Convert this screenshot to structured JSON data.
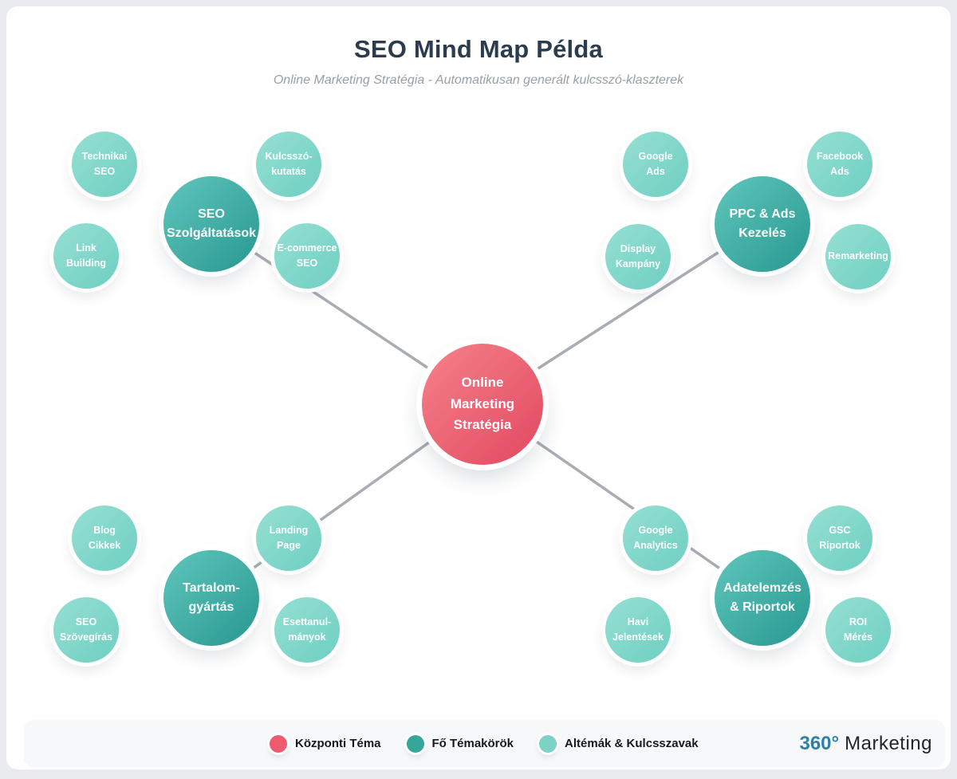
{
  "header": {
    "title": "SEO Mind Map Példa",
    "subtitle": "Online Marketing Stratégia - Automatikusan generált kulcsszó-klaszterek"
  },
  "center_node": {
    "label": "Online\nMarketing\nStratégia"
  },
  "clusters": [
    {
      "label": "SEO\nSzolgáltatások",
      "subs": [
        {
          "label": "Technikai\nSEO"
        },
        {
          "label": "Kulcsszó-\nkutatás"
        },
        {
          "label": "Link\nBuilding"
        },
        {
          "label": "E-commerce\nSEO"
        }
      ]
    },
    {
      "label": "PPC & Ads\nKezelés",
      "subs": [
        {
          "label": "Google\nAds"
        },
        {
          "label": "Facebook\nAds"
        },
        {
          "label": "Display\nKampány"
        },
        {
          "label": "Remarketing"
        }
      ]
    },
    {
      "label": "Tartalom-\ngyártás",
      "subs": [
        {
          "label": "Blog\nCikkek"
        },
        {
          "label": "Landing\nPage"
        },
        {
          "label": "SEO\nSzövegírás"
        },
        {
          "label": "Esettanul-\nmányok"
        }
      ]
    },
    {
      "label": "Adatelemzés\n& Riportok",
      "subs": [
        {
          "label": "Google\nAnalytics"
        },
        {
          "label": "GSC\nRiportok"
        },
        {
          "label": "Havi\nJelentések"
        },
        {
          "label": "ROI\nMérés"
        }
      ]
    }
  ],
  "legend": {
    "items": [
      {
        "label": "Központi Téma",
        "color": "#ee5b6d"
      },
      {
        "label": "Fő Témakörök",
        "color": "#36a69b"
      },
      {
        "label": "Altémák & Kulcsszavak",
        "color": "#7cd3c5"
      }
    ]
  },
  "logo": {
    "accent": "360°",
    "name": "Marketing"
  },
  "colors": {
    "center_gradient_start": "#f5828b",
    "center_gradient_end": "#e24860",
    "main_gradient_start": "#60c6bc",
    "main_gradient_end": "#289890",
    "sub_gradient_start": "#96e0d3",
    "sub_gradient_end": "#6ecfc1",
    "connector": "#a8adb4",
    "title_text": "#2b3c4f",
    "logo_accent": "#2e80a8"
  }
}
